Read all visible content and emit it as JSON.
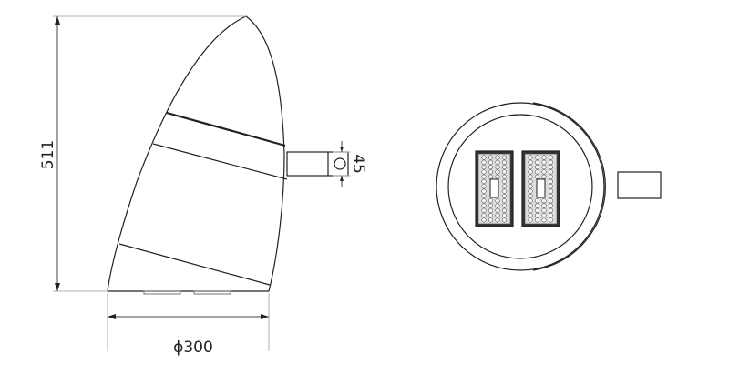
{
  "dimensions": {
    "height": "511",
    "diameter": "ϕ300",
    "arm": "45"
  },
  "colors": {
    "line": "#222222",
    "extension": "#b0b0b0"
  }
}
